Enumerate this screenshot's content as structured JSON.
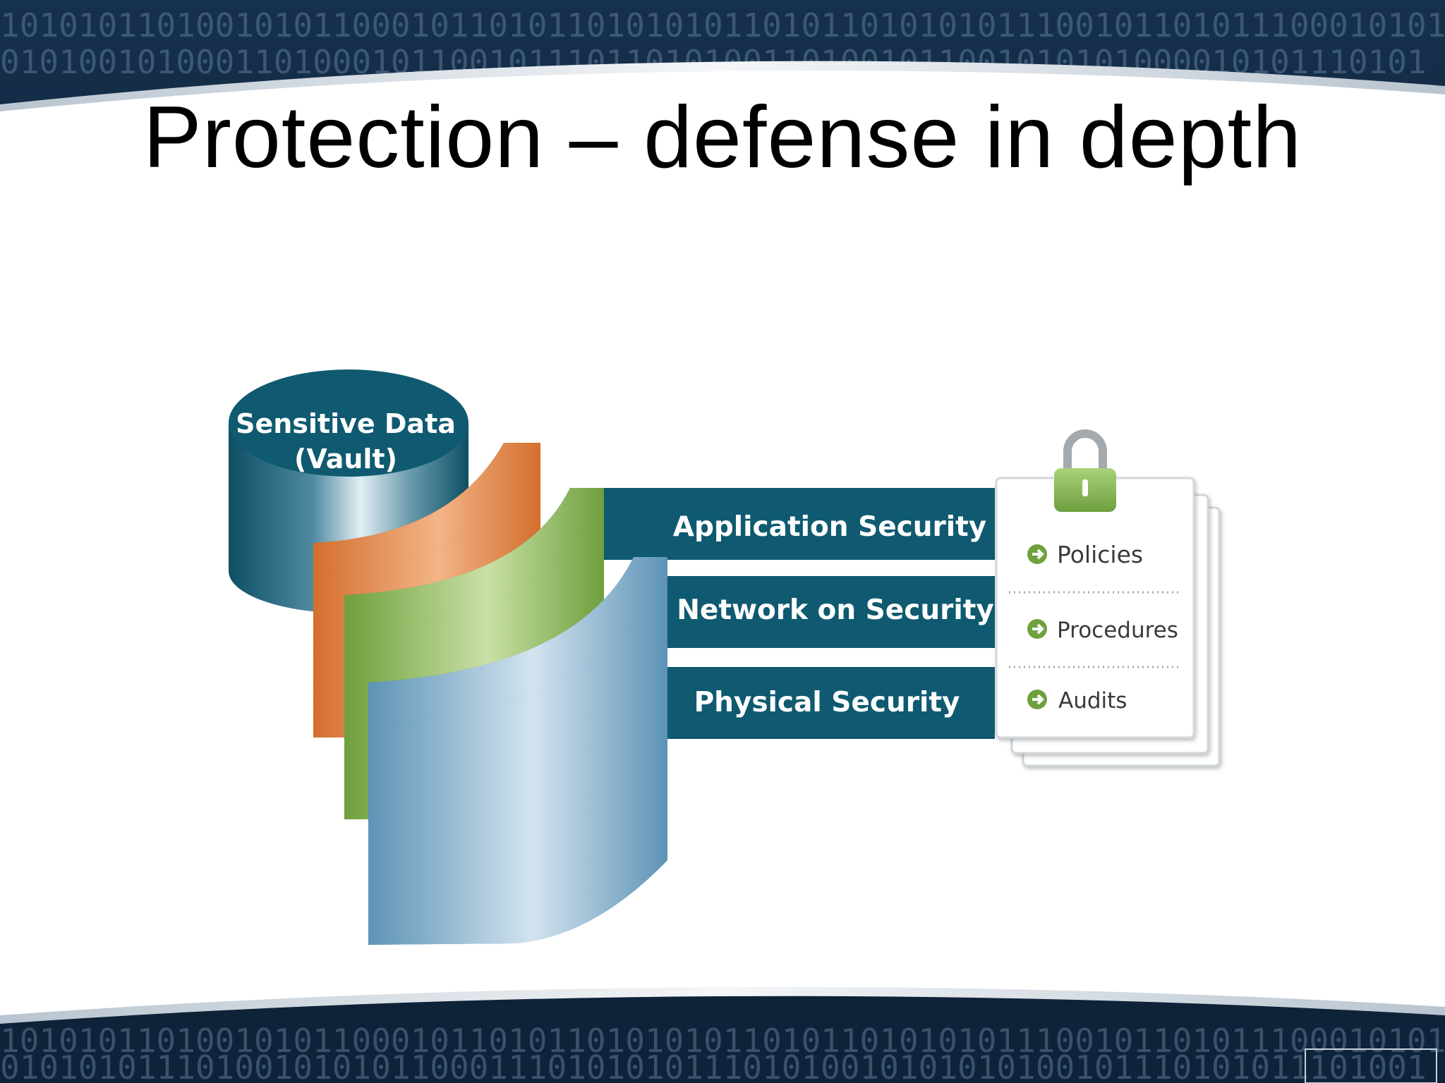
{
  "slide": {
    "title": "Protection – defense in depth"
  },
  "colors": {
    "teal": "#0f5a70",
    "orange": "#d46f2e",
    "green": "#6fa03c",
    "blue": "#5d93b6",
    "lock": "#8bbf5a",
    "background_dark": "#0a1a2c"
  },
  "diagram": {
    "vault": {
      "line1": "Sensitive Data",
      "line2": "(Vault)"
    },
    "bands": [
      {
        "label": "Application Security"
      },
      {
        "label": "Network on Security"
      },
      {
        "label": "Physical Security"
      }
    ],
    "card": {
      "icon": "padlock-icon",
      "items": [
        {
          "label": "Policies",
          "icon": "arrow-circle-icon"
        },
        {
          "label": "Procedures",
          "icon": "arrow-circle-icon"
        },
        {
          "label": "Audits",
          "icon": "arrow-circle-icon"
        }
      ]
    }
  }
}
